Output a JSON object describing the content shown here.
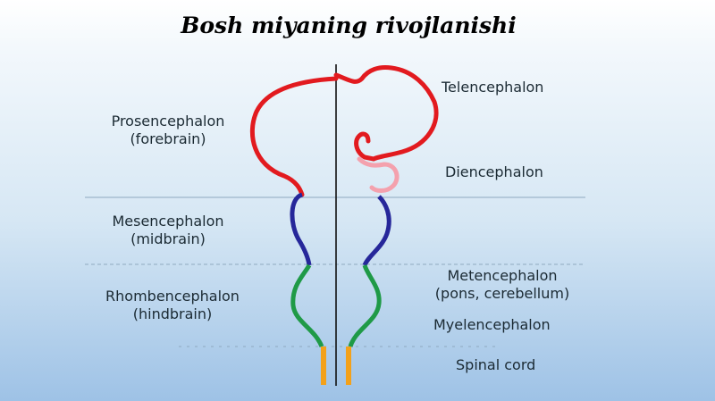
{
  "title": "Bosh miyaning rivojlanishi",
  "left_labels": [
    {
      "line1": "Prosencephalon",
      "line2": "(forebrain)"
    },
    {
      "line1": "Mesencephalon",
      "line2": "(midbrain)"
    },
    {
      "line1": "Rhombencephalon",
      "line2": "(hindbrain)"
    }
  ],
  "right_labels": {
    "telencephalon": "Telencephalon",
    "diencephalon": "Diencephalon",
    "metencephalon_1": "Metencephalon",
    "metencephalon_2": "(pons, cerebellum)",
    "myelencephalon": "Myelencephalon",
    "spinal_cord": "Spinal cord"
  },
  "colors": {
    "forebrain": "#e21a1f",
    "diencephalon": "#f4a1ad",
    "midbrain": "#26279a",
    "hindbrain": "#1f9a47",
    "spinal_cord": "#f3a11a",
    "midline": "#111111",
    "divider": "#8fa9bf"
  }
}
